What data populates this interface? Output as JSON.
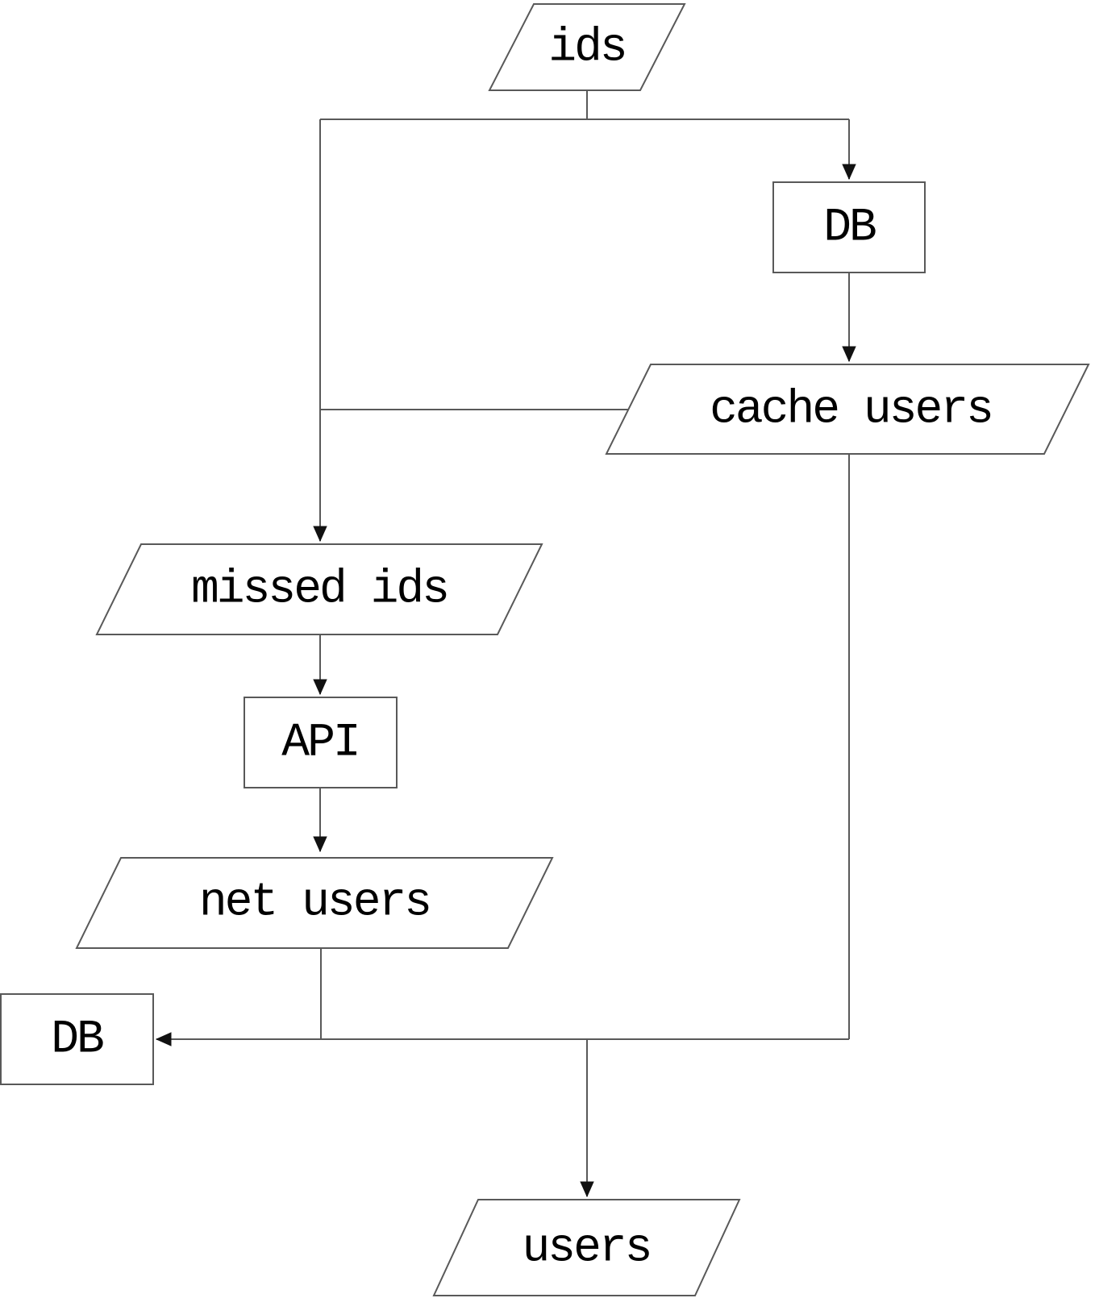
{
  "colors": {
    "line": "#595959",
    "arrow": "#111111",
    "text": "#000000",
    "background": "#ffffff"
  },
  "nodes": {
    "ids": {
      "label": "ids",
      "shape": "parallelogram"
    },
    "db_read": {
      "label": "DB",
      "shape": "rectangle"
    },
    "cache_users": {
      "label": "cache users",
      "shape": "parallelogram"
    },
    "missed_ids": {
      "label": "missed ids",
      "shape": "parallelogram"
    },
    "api": {
      "label": "API",
      "shape": "rectangle"
    },
    "net_users": {
      "label": "net users",
      "shape": "parallelogram"
    },
    "db_write": {
      "label": "DB",
      "shape": "rectangle"
    },
    "users": {
      "label": "users",
      "shape": "parallelogram"
    }
  },
  "edges": [
    {
      "from": "ids",
      "to": "db_read",
      "arrow": true
    },
    {
      "from": "ids",
      "to": "missed_ids",
      "arrow": true
    },
    {
      "from": "db_read",
      "to": "cache_users",
      "arrow": true
    },
    {
      "from": "cache_users",
      "to": "missed_ids",
      "arrow": false
    },
    {
      "from": "missed_ids",
      "to": "api",
      "arrow": true
    },
    {
      "from": "api",
      "to": "net_users",
      "arrow": true
    },
    {
      "from": "net_users",
      "to": "db_write",
      "arrow": true
    },
    {
      "from": "cache_users",
      "to": "db_write",
      "arrow": true
    },
    {
      "from": "net_users",
      "to": "users",
      "arrow": true
    },
    {
      "from": "cache_users",
      "to": "users",
      "arrow": true
    }
  ]
}
